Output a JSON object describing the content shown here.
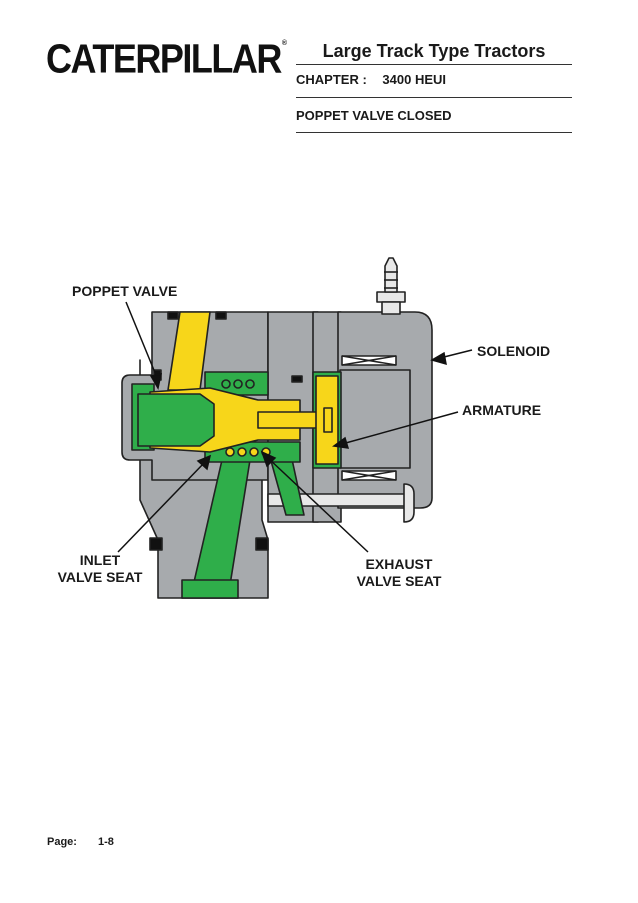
{
  "logo": {
    "text": "CATERPILLAR",
    "registered": "®"
  },
  "header": {
    "title": "Large Track Type Tractors",
    "chapter_label": "CHAPTER :",
    "chapter_value": "3400 HEUI",
    "section": "POPPET VALVE CLOSED"
  },
  "labels": {
    "poppet_valve": "POPPET VALVE",
    "solenoid": "SOLENOID",
    "armature": "ARMATURE",
    "inlet_line1": "INLET",
    "inlet_line2": "VALVE SEAT",
    "exhaust_line1": "EXHAUST",
    "exhaust_line2": "VALVE SEAT"
  },
  "footer": {
    "page_label": "Page:",
    "page_value": "1-8"
  },
  "colors": {
    "body_gray": "#a7aaad",
    "yellow": "#f7d61a",
    "green": "#2fae4a",
    "white": "#ffffff",
    "outline": "#222222"
  }
}
